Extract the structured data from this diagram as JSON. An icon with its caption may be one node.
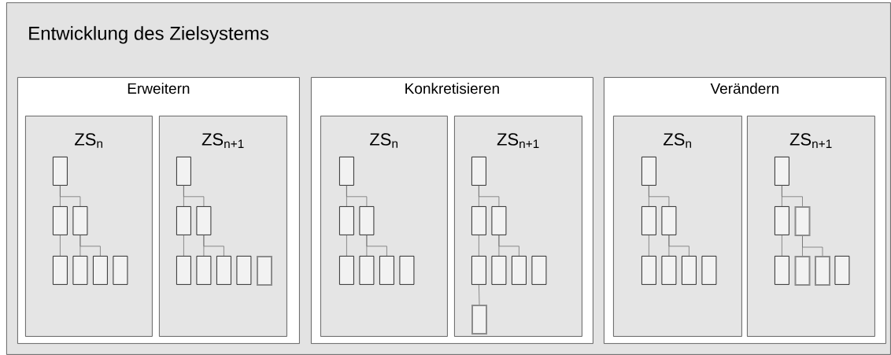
{
  "diagram": {
    "nodes": [
      {
        "text": [
          "Entwicklung des Zielsystems"
        ]
      },
      {
        "text": [
          "Erweitern"
        ],
        "in": 0
      },
      {
        "text": [
          "ZS$_{n}$"
        ],
        "in": 1
      },
      {
        "text": [],
        "shape": "box",
        "in": 2
      },
      {
        "text": [],
        "shape": "box",
        "in": 2
      },
      {
        "text": [],
        "shape": "box",
        "in": 2
      },
      {
        "text": [],
        "shape": "box",
        "in": 2
      },
      {
        "text": [],
        "shape": "box",
        "in": 2
      },
      {
        "text": [],
        "shape": "box",
        "in": 2
      },
      {
        "text": [],
        "shape": "box",
        "in": 2
      },
      {
        "text": [
          "ZS$_{n+1}$"
        ],
        "in": 1
      },
      {
        "text": [],
        "shape": "box",
        "in": 10
      },
      {
        "text": [],
        "shape": "box",
        "in": 10
      },
      {
        "text": [],
        "shape": "box",
        "in": 10
      },
      {
        "text": [],
        "shape": "box",
        "in": 10
      },
      {
        "text": [],
        "shape": "box",
        "in": 10
      },
      {
        "text": [],
        "shape": "box",
        "in": 10
      },
      {
        "text": [],
        "shape": "box",
        "in": 10
      },
      {
        "text": [],
        "shape": "box",
        "in": 10
      },
      {
        "text": [
          "Konkretisieren"
        ],
        "in": 0
      },
      {
        "text": [
          "ZS$_{n}$"
        ],
        "in": 19
      },
      {
        "text": [],
        "shape": "box",
        "in": 20
      },
      {
        "text": [],
        "shape": "box",
        "in": 20
      },
      {
        "text": [],
        "shape": "box",
        "in": 20
      },
      {
        "text": [],
        "shape": "box",
        "in": 20
      },
      {
        "text": [],
        "shape": "box",
        "in": 20
      },
      {
        "text": [],
        "shape": "box",
        "in": 20
      },
      {
        "text": [],
        "shape": "box",
        "in": 20
      },
      {
        "text": [
          "ZS$_{n+1}$"
        ],
        "in": 19
      },
      {
        "text": [],
        "shape": "box",
        "in": 28
      },
      {
        "text": [],
        "shape": "box",
        "in": 28
      },
      {
        "text": [],
        "shape": "box",
        "in": 28
      },
      {
        "text": [],
        "shape": "box",
        "in": 28
      },
      {
        "text": [],
        "shape": "box",
        "in": 28
      },
      {
        "text": [],
        "shape": "box",
        "in": 28
      },
      {
        "text": [],
        "shape": "box",
        "in": 28
      },
      {
        "text": [],
        "shape": "box",
        "in": 28
      },
      {
        "text": [
          "Verändern"
        ],
        "in": 0
      },
      {
        "text": [
          "ZS$_{n}$"
        ],
        "in": 37
      },
      {
        "text": [],
        "shape": "box",
        "in": 38
      },
      {
        "text": [],
        "shape": "box",
        "in": 38
      },
      {
        "text": [],
        "shape": "box",
        "in": 38
      },
      {
        "text": [],
        "shape": "box",
        "in": 38
      },
      {
        "text": [],
        "shape": "box",
        "in": 38
      },
      {
        "text": [],
        "shape": "box",
        "in": 38
      },
      {
        "text": [],
        "shape": "box",
        "in": 38
      },
      {
        "text": [
          "ZS$_{n+1}$"
        ],
        "in": 37
      },
      {
        "text": [],
        "shape": "box",
        "in": 46
      },
      {
        "text": [],
        "shape": "box",
        "in": 46
      },
      {
        "text": [],
        "shape": "box",
        "in": 46
      },
      {
        "text": [],
        "shape": "box",
        "in": 46
      },
      {
        "text": [],
        "shape": "box",
        "in": 46
      },
      {
        "text": [],
        "shape": "box",
        "in": 46
      },
      {
        "text": [],
        "shape": "box",
        "in": 46
      }
    ],
    "edges": [
      {
        "from": 3,
        "to": 4,
        "arrow": "none"
      },
      {
        "from": 3,
        "to": 5,
        "arrow": "none"
      },
      {
        "from": 4,
        "to": 6,
        "arrow": "none"
      },
      {
        "from": 5,
        "to": 7,
        "arrow": "none"
      },
      {
        "from": 5,
        "to": 8,
        "arrow": "none"
      },
      {
        "from": 11,
        "to": 12,
        "arrow": "none"
      },
      {
        "from": 11,
        "to": 13,
        "arrow": "none"
      },
      {
        "from": 12,
        "to": 14,
        "arrow": "none"
      },
      {
        "from": 13,
        "to": 15,
        "arrow": "none"
      },
      {
        "from": 13,
        "to": 16,
        "arrow": "none"
      },
      {
        "from": 21,
        "to": 22,
        "arrow": "none"
      },
      {
        "from": 21,
        "to": 23,
        "arrow": "none"
      },
      {
        "from": 22,
        "to": 24,
        "arrow": "none"
      },
      {
        "from": 23,
        "to": 25,
        "arrow": "none"
      },
      {
        "from": 23,
        "to": 26,
        "arrow": "none"
      },
      {
        "from": 29,
        "to": 30,
        "arrow": "none"
      },
      {
        "from": 29,
        "to": 31,
        "arrow": "none"
      },
      {
        "from": 30,
        "to": 32,
        "arrow": "none"
      },
      {
        "from": 31,
        "to": 33,
        "arrow": "none"
      },
      {
        "from": 31,
        "to": 34,
        "arrow": "none"
      },
      {
        "from": 32,
        "to": 36,
        "arrow": "none"
      },
      {
        "from": 39,
        "to": 40,
        "arrow": "none"
      },
      {
        "from": 39,
        "to": 41,
        "arrow": "none"
      },
      {
        "from": 40,
        "to": 42,
        "arrow": "none"
      },
      {
        "from": 41,
        "to": 43,
        "arrow": "none"
      },
      {
        "from": 41,
        "to": 44,
        "arrow": "none"
      },
      {
        "from": 47,
        "to": 48,
        "arrow": "none"
      },
      {
        "from": 47,
        "to": 49,
        "arrow": "none"
      },
      {
        "from": 48,
        "to": 50,
        "arrow": "none"
      },
      {
        "from": 49,
        "to": 51,
        "arrow": "none"
      },
      {
        "from": 49,
        "to": 52,
        "arrow": "none"
      }
    ]
  }
}
